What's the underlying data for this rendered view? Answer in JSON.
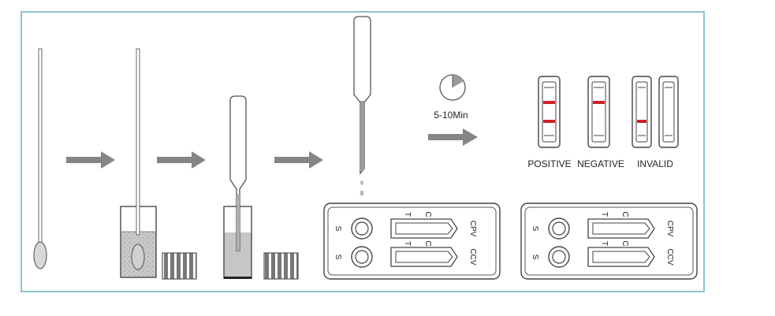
{
  "timer": {
    "label": "5-10Min"
  },
  "results": {
    "positive_label": "POSITIVE",
    "negative_label": "NEGATIVE",
    "invalid_label": "INVALID"
  },
  "cassette": {
    "sample_label": "S",
    "control_label": "C",
    "test_label": "T",
    "top_test_name": "CPV",
    "bottom_test_name": "CCV"
  },
  "colors": {
    "frame": "#8cc3d3",
    "arrow": "#808080",
    "result_line": "#d0202a",
    "outline": "#444444"
  }
}
